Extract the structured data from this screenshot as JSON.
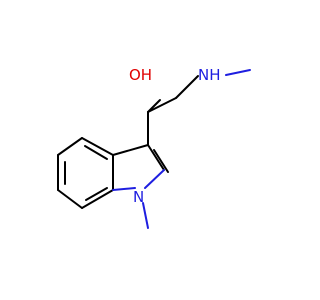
{
  "molecule": {
    "atom_labels": {
      "oh_label": "OH",
      "nh_label": "NH",
      "n_label": "N"
    },
    "colors": {
      "bond": "#000000",
      "oxygen": "#e00000",
      "nitrogen": "#1e1ee0"
    }
  }
}
